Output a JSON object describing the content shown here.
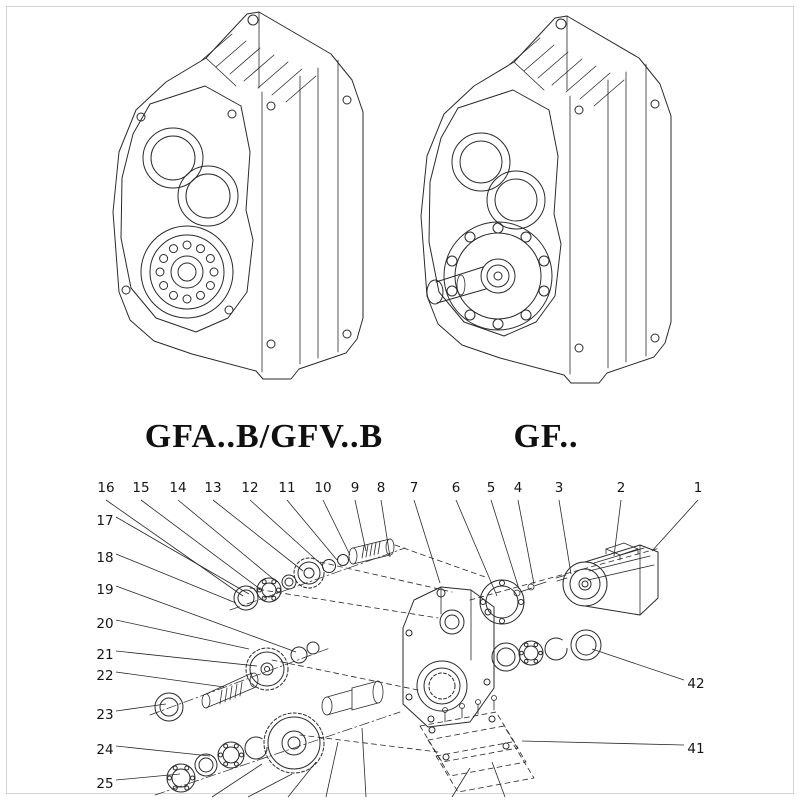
{
  "page": {
    "background_color": "#ffffff",
    "line_color": "#2a2a2a",
    "frame_color": "#d6d6d6"
  },
  "figures": {
    "left_model_label": "GFA..B/GFV..B",
    "right_model_label": "GF.."
  },
  "exploded_view": {
    "top_row_numbers": [
      "16",
      "15",
      "14",
      "13",
      "12",
      "11",
      "10",
      "9",
      "8",
      "7",
      "6",
      "5",
      "4",
      "3",
      "2",
      "1"
    ],
    "left_column_numbers": [
      "17",
      "18",
      "19",
      "20",
      "21",
      "22",
      "23",
      "24",
      "25"
    ],
    "right_column_numbers": [
      "42",
      "41"
    ]
  }
}
